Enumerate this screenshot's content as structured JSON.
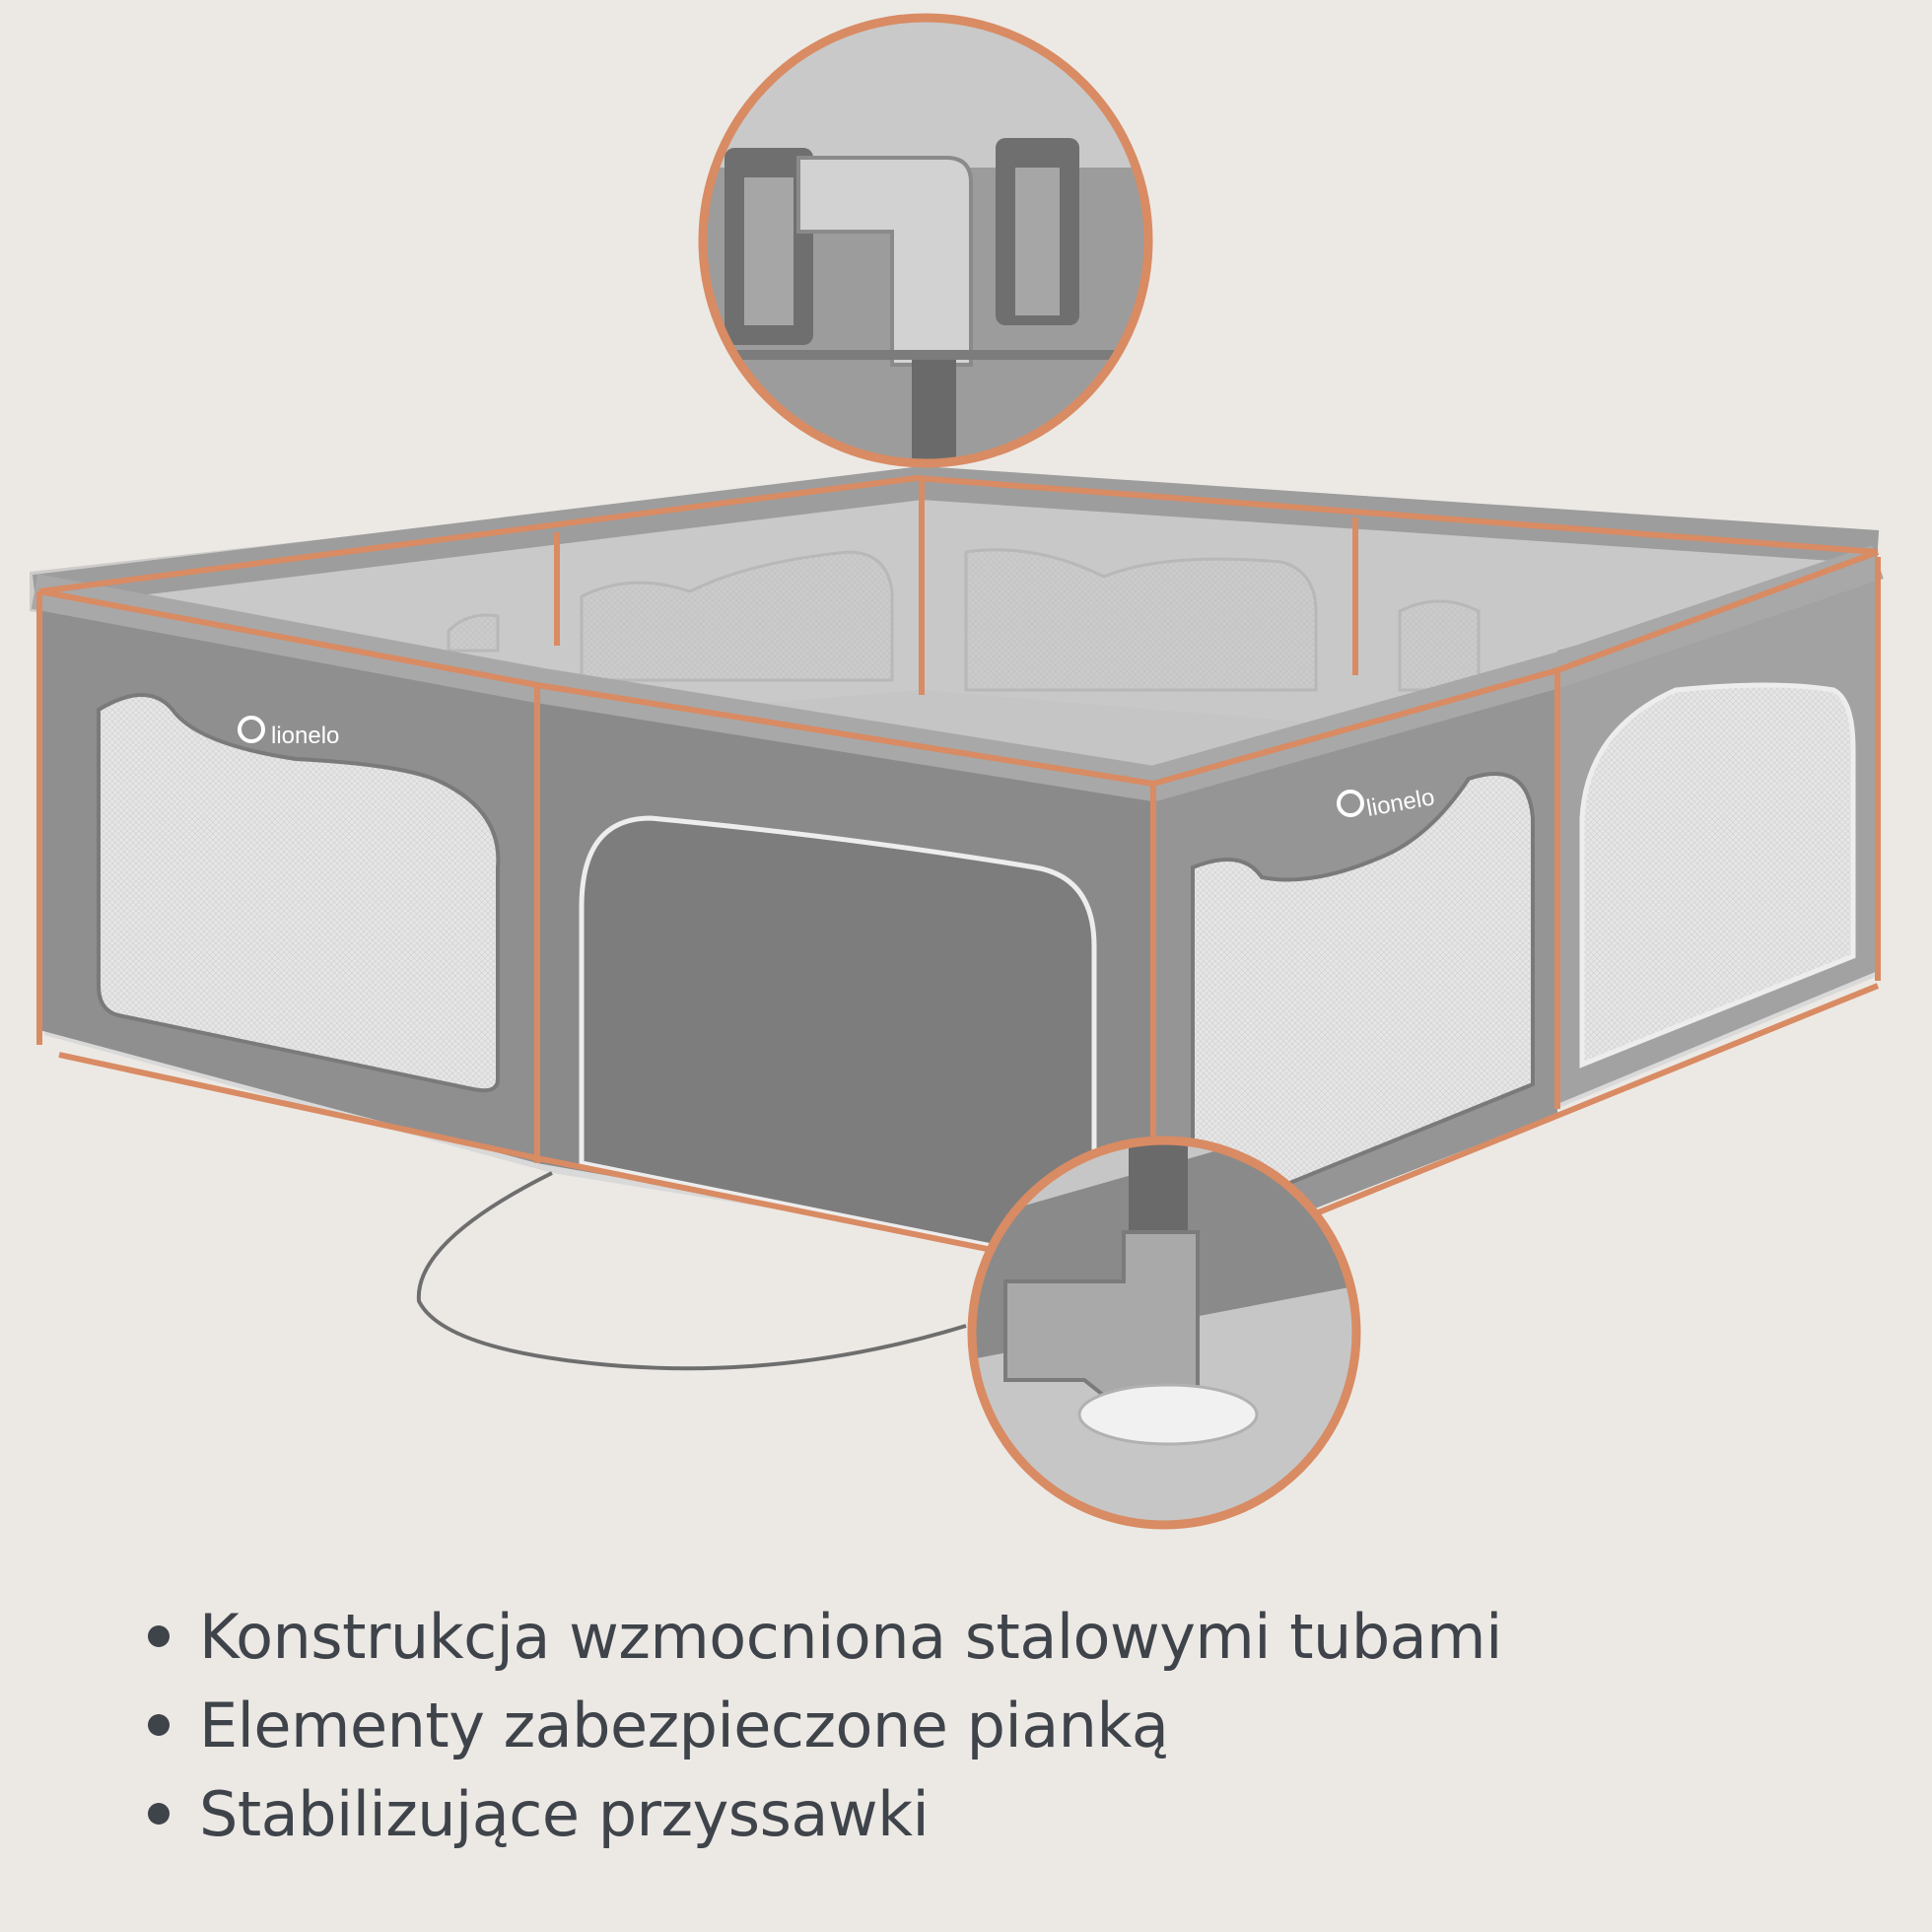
{
  "brand": "lionelo",
  "colors": {
    "background": "#ece9e5",
    "accent": "#d98b63",
    "frame": "#8c8c8c",
    "text": "#3f434a"
  },
  "callouts": [
    {
      "subject": "top-corner-connector"
    },
    {
      "subject": "bottom-corner-suction-cup"
    }
  ],
  "features": [
    {
      "text": "Konstrukcja wzmocniona stalowymi tubami"
    },
    {
      "text": "Elementy zabezpieczone pianką"
    },
    {
      "text": "Stabilizujące przyssawki"
    }
  ]
}
